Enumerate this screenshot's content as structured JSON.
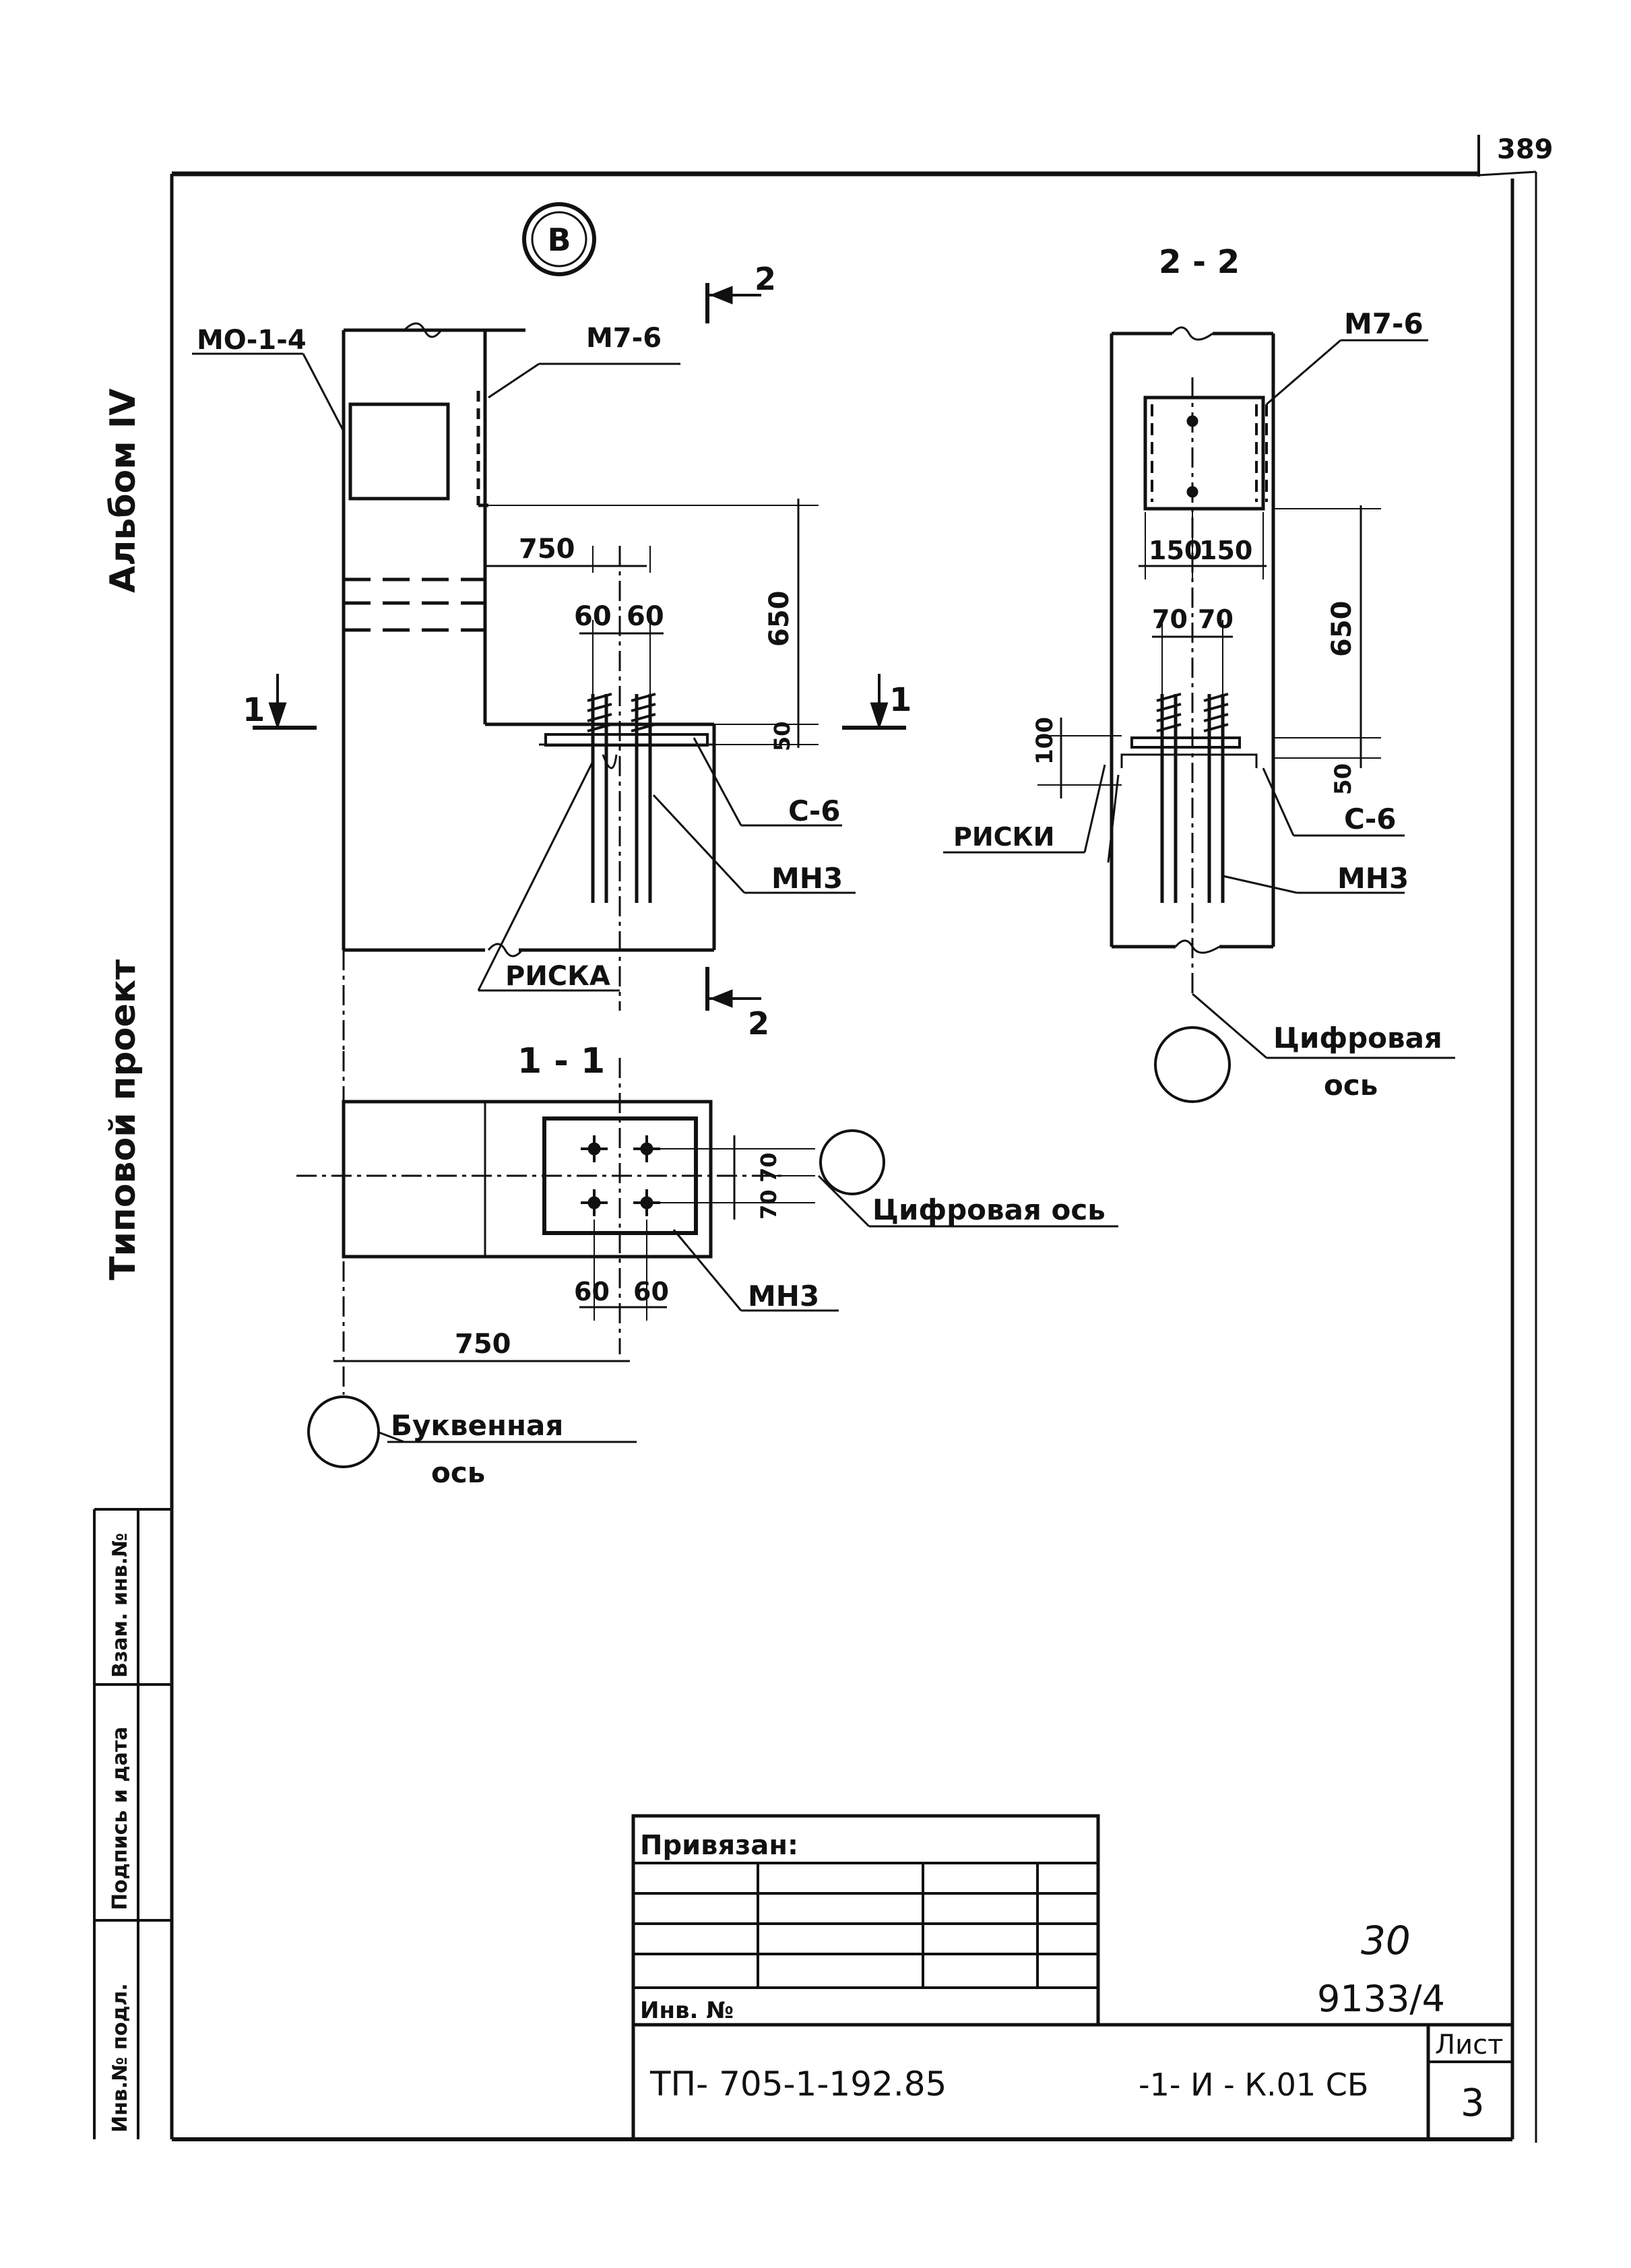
{
  "corner_stamp": "389",
  "side_labels": {
    "album": "Альбом IV",
    "project": "Типовой проект"
  },
  "stamp_column": {
    "inv_podl": "Инв.№ подл.",
    "podpis_data": "Подпись и дата",
    "vzam_inv": "Взам. инв.№"
  },
  "axis_bubble": "В",
  "elevation": {
    "label_md": "МО-1-4",
    "label_m7_left": "М7-6",
    "dim_750_top": "750",
    "dim_60_a": "60",
    "dim_60_b": "60",
    "dim_650_left": "650",
    "dim_50_left": "50",
    "label_c6": "С-6",
    "label_mn3": "МН3",
    "label_riska": "РИСКА",
    "section_1_left": "1",
    "section_1_right": "1",
    "section_2_top": "2",
    "section_2_bottom": "2"
  },
  "section_2_2": {
    "title": "2 - 2",
    "label_m7": "М7-6",
    "dim_150_a": "150",
    "dim_150_b": "150",
    "dim_70_a": "70",
    "dim_70_b": "70",
    "dim_650": "650",
    "dim_100": "100",
    "dim_50": "50",
    "label_riski": "РИСКИ",
    "label_c6": "С-6",
    "label_mn3": "МН3",
    "label_axis": "Цифровая",
    "label_axis_2": "ось"
  },
  "section_1_1": {
    "title": "1 - 1",
    "dim_70_a": "70",
    "dim_70_b": "70",
    "label_axis": "Цифровая ось",
    "dim_60_a": "60",
    "dim_60_b": "60",
    "label_mn3": "МН3",
    "dim_750": "750",
    "label_letter_axis": "Буквенная",
    "label_letter_axis_2": "ось"
  },
  "title_block": {
    "privyazan": "Привязан:",
    "inv_no": "Инв. №",
    "doc_code": "ТП- 705-1-192.85",
    "doc_suffix": "-1- И - К.01 СБ",
    "sheet_label": "Лист",
    "sheet_no": "3",
    "handwritten_30": "30",
    "handwritten_order": "9133/4"
  }
}
